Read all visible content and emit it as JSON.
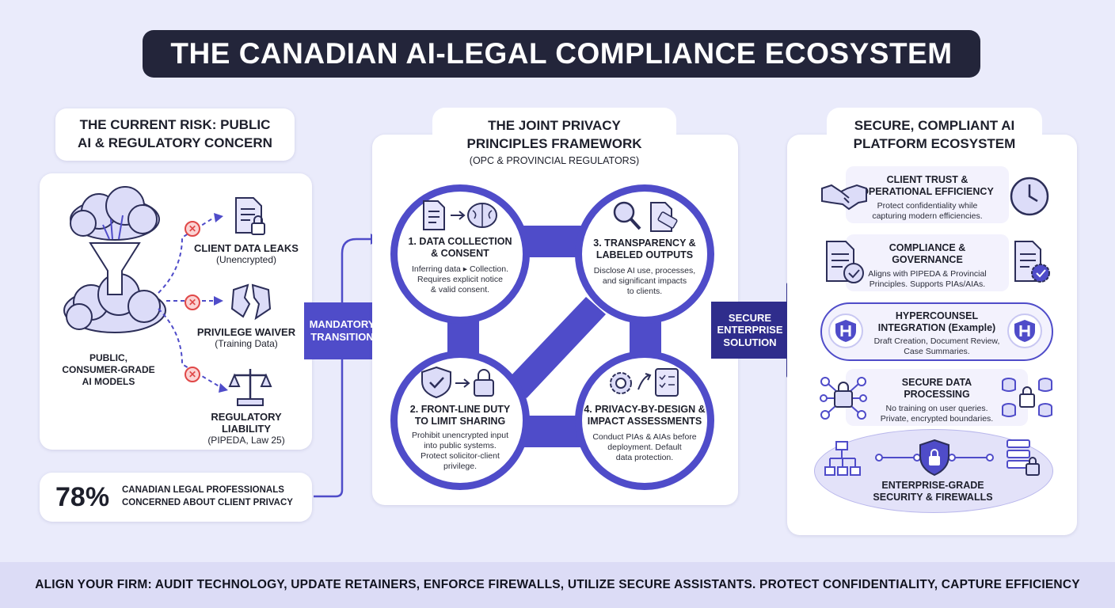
{
  "title": "THE CANADIAN AI-LEGAL COMPLIANCE ECOSYSTEM",
  "left": {
    "header": [
      "THE CURRENT RISK: PUBLIC",
      "AI & REGULATORY CONCERN"
    ],
    "source_label": [
      "PUBLIC,",
      "CONSUMER-GRADE",
      "AI MODELS"
    ],
    "risks": [
      {
        "title": "CLIENT DATA LEAKS",
        "sub": "(Unencrypted)"
      },
      {
        "title": "PRIVILEGE WAIVER",
        "sub": "(Training Data)"
      },
      {
        "title": "REGULATORY LIABILITY",
        "sub": "(PIPEDA, Law 25)"
      }
    ],
    "stat_value": "78%",
    "stat_text": [
      "CANADIAN LEGAL PROFESSIONALS",
      "CONCERNED ABOUT CLIENT PRIVACY"
    ]
  },
  "arrow1": [
    "MANDATORY",
    "TRANSITION"
  ],
  "middle": {
    "header": [
      "THE JOINT PRIVACY",
      "PRINCIPLES FRAMEWORK"
    ],
    "subheader": "(OPC & PROVINCIAL REGULATORS)",
    "principles": [
      {
        "title": [
          "1. DATA COLLECTION",
          "& CONSENT"
        ],
        "desc": [
          "Inferring data ▸ Collection.",
          "Requires explicit notice",
          "& valid consent."
        ]
      },
      {
        "title": [
          "3. TRANSPARENCY &",
          "LABELED OUTPUTS"
        ],
        "desc": [
          "Disclose AI use, processes,",
          "and significant impacts",
          "to clients."
        ]
      },
      {
        "title": [
          "2. FRONT-LINE DUTY",
          "TO LIMIT SHARING"
        ],
        "desc": [
          "Prohibit unencrypted input",
          "into public systems.",
          "Protect solicitor-client",
          "privilege."
        ]
      },
      {
        "title": [
          "4. PRIVACY-BY-DESIGN &",
          "IMPACT ASSESSMENTS"
        ],
        "desc": [
          "Conduct PIAs & AIAs before",
          "deployment. Default",
          "data protection."
        ]
      }
    ]
  },
  "arrow2": [
    "SECURE",
    "ENTERPRISE",
    "SOLUTION"
  ],
  "right": {
    "header": [
      "SECURE, COMPLIANT AI",
      "PLATFORM ECOSYSTEM"
    ],
    "items": [
      {
        "title": [
          "CLIENT TRUST &",
          "OPERATIONAL EFFICIENCY"
        ],
        "desc": [
          "Protect confidentiality while",
          "capturing modern efficiencies."
        ]
      },
      {
        "title": [
          "COMPLIANCE &",
          "GOVERNANCE"
        ],
        "desc": [
          "Aligns with PIPEDA & Provincial",
          "Principles. Supports PIAs/AIAs."
        ]
      },
      {
        "title": [
          "HYPERCOUNSEL",
          "INTEGRATION (Example)"
        ],
        "desc": [
          "Draft Creation, Document Review,",
          "Case Summaries."
        ]
      },
      {
        "title": [
          "SECURE DATA",
          "PROCESSING"
        ],
        "desc": [
          "No training on user queries.",
          "Private, encrypted boundaries."
        ]
      }
    ],
    "base_title": [
      "ENTERPRISE-GRADE",
      "SECURITY & FIREWALLS"
    ]
  },
  "footer": "ALIGN YOUR FIRM: AUDIT TECHNOLOGY, UPDATE RETAINERS, ENFORCE FIREWALLS, UTILIZE SECURE ASSISTANTS. PROTECT CONFIDENTIALITY, CAPTURE EFFICIENCY",
  "colors": {
    "accent": "#4f4cc9",
    "dark": "#23253a",
    "danger": "#e04848",
    "background": "#eaebfb"
  }
}
